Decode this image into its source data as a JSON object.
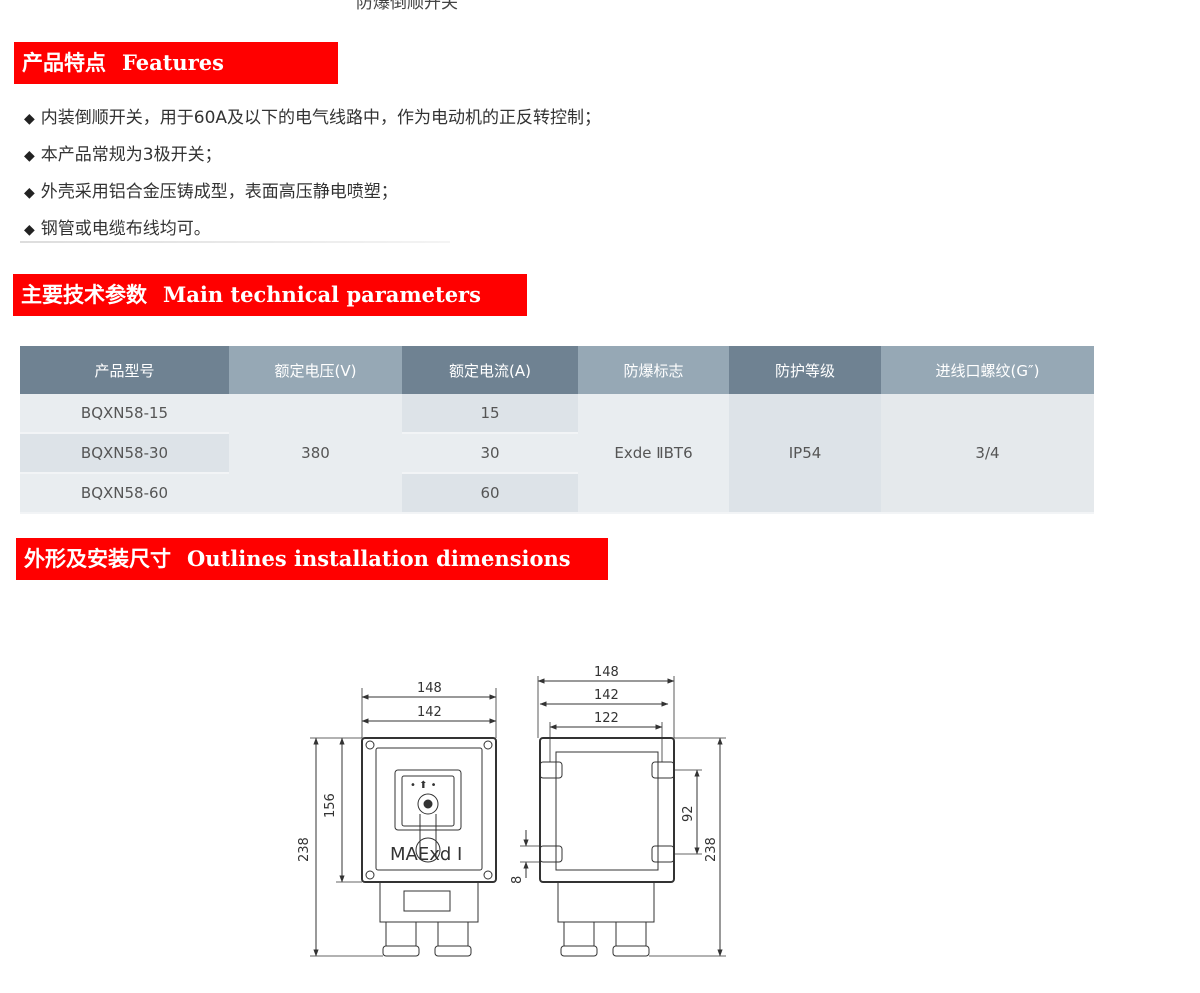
{
  "top_caption": "防爆倒顺开关",
  "sections": {
    "features": {
      "cn": "产品特点",
      "en": "Features"
    },
    "params": {
      "cn": "主要技术参数",
      "en": "Main  technical parameters"
    },
    "outlines": {
      "cn": "外形及安装尺寸",
      "en": "Outlines  installation dimensions"
    }
  },
  "bullet_symbol": "◆",
  "features": [
    "内装倒顺开关，用于60A及以下的电气线路中，作为电动机的正反转控制；",
    "本产品常规为3极开关；",
    "外壳采用铝合金压铸成型，表面高压静电喷塑；",
    "钢管或电缆布线均可。"
  ],
  "table": {
    "headers": [
      "产品型号",
      "额定电压(V)",
      "额定电流(A)",
      "防爆标志",
      "防护等级",
      "进线口螺纹(G″)"
    ],
    "models": [
      "BQXN58-15",
      "BQXN58-30",
      "BQXN58-60"
    ],
    "voltage": "380",
    "currents": [
      "15",
      "30",
      "60"
    ],
    "ex_mark": "Exde ⅡBT6",
    "protection": "IP54",
    "thread": "3/4"
  },
  "drawing": {
    "front": {
      "w_outer": "148",
      "w_inner": "142",
      "h_total": "238",
      "h_body": "156",
      "marking": "MAExd Ⅰ"
    },
    "side": {
      "w_outer": "148",
      "w_mid": "142",
      "w_inner": "122",
      "h_slot": "92",
      "h_total": "238",
      "slot": "8"
    }
  },
  "colors": {
    "heading_bg": "#ff0000",
    "table_head_dark": "#6f8292",
    "table_head_light": "#96a8b5"
  }
}
